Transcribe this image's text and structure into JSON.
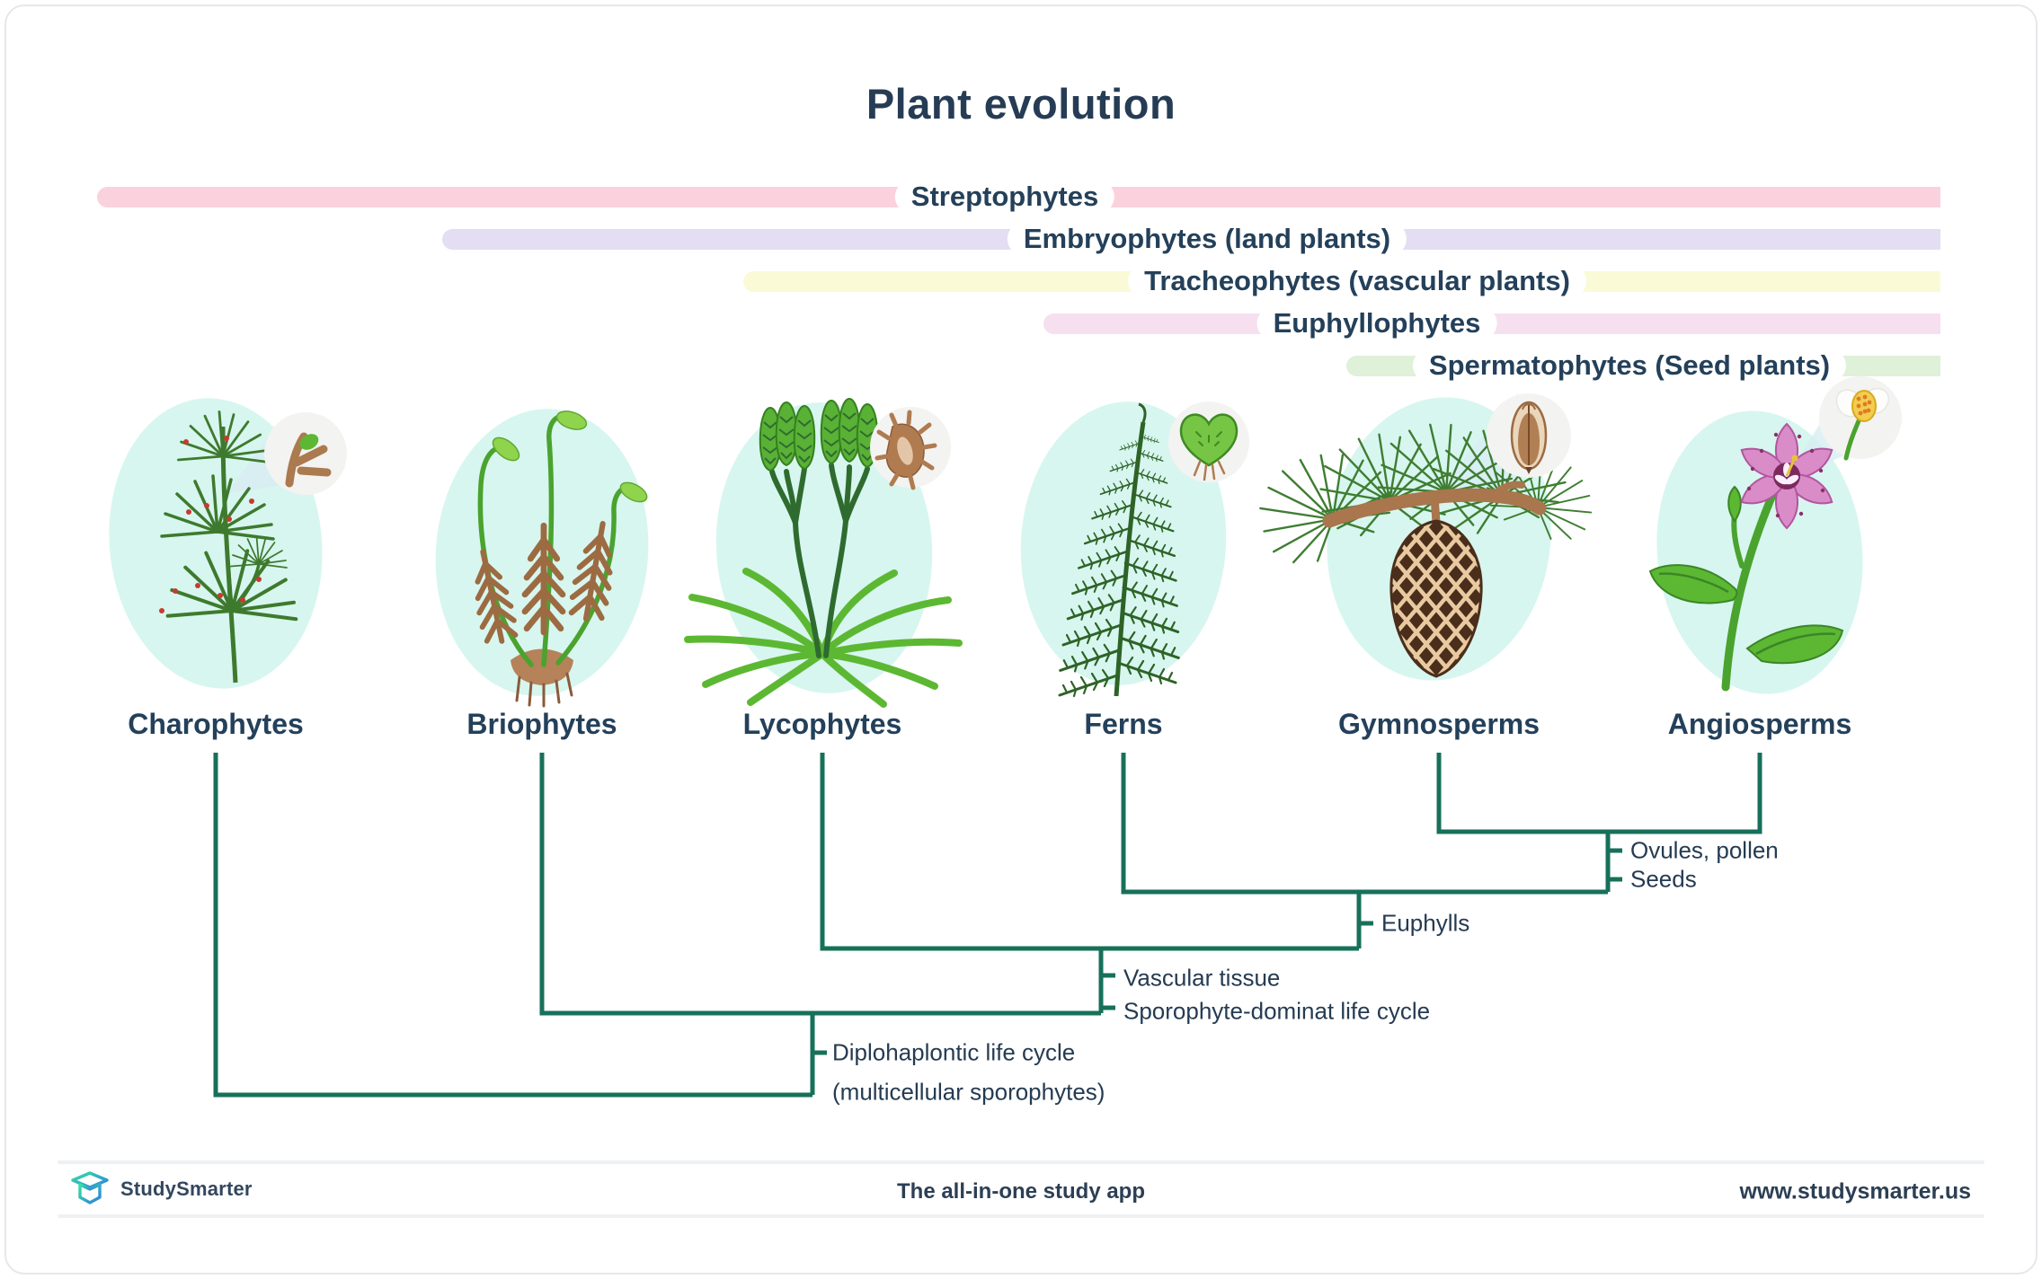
{
  "title": "Plant evolution",
  "clade_bands": [
    {
      "label": "Streptophytes",
      "color": "#fad2de"
    },
    {
      "label": "Embryophytes (land plants)",
      "color": "#e4def3"
    },
    {
      "label": "Tracheophytes (vascular plants)",
      "color": "#fafad7"
    },
    {
      "label": "Euphyllophytes",
      "color": "#f6e0f0"
    },
    {
      "label": "Spermatophytes (Seed plants)",
      "color": "#dff1d9"
    }
  ],
  "taxa": [
    {
      "name": "Charophytes"
    },
    {
      "name": "Briophytes"
    },
    {
      "name": "Lycophytes"
    },
    {
      "name": "Ferns"
    },
    {
      "name": "Gymnosperms"
    },
    {
      "name": "Angiosperms"
    }
  ],
  "tree_annotations": {
    "ovules_pollen": "Ovules, pollen",
    "seeds": "Seeds",
    "euphylls": "Euphylls",
    "vascular_tissue": "Vascular tissue",
    "sporophyte_dominant": "Sporophyte-dominat life cycle",
    "diplohaplontic_line1": "Diplohaplontic life cycle",
    "diplohaplontic_line2": "(multicellular sporophytes)"
  },
  "footer": {
    "brand": "StudySmarter",
    "tagline": "The all-in-one study app",
    "website": "www.studysmarter.us"
  },
  "colors": {
    "title_text": "#263c55",
    "label_text": "#24405a",
    "tree_line": "#17705a",
    "annotation_text": "#253b52",
    "mint_blob": "#d7f6ef",
    "detail_circle": "#f3f3f2"
  }
}
